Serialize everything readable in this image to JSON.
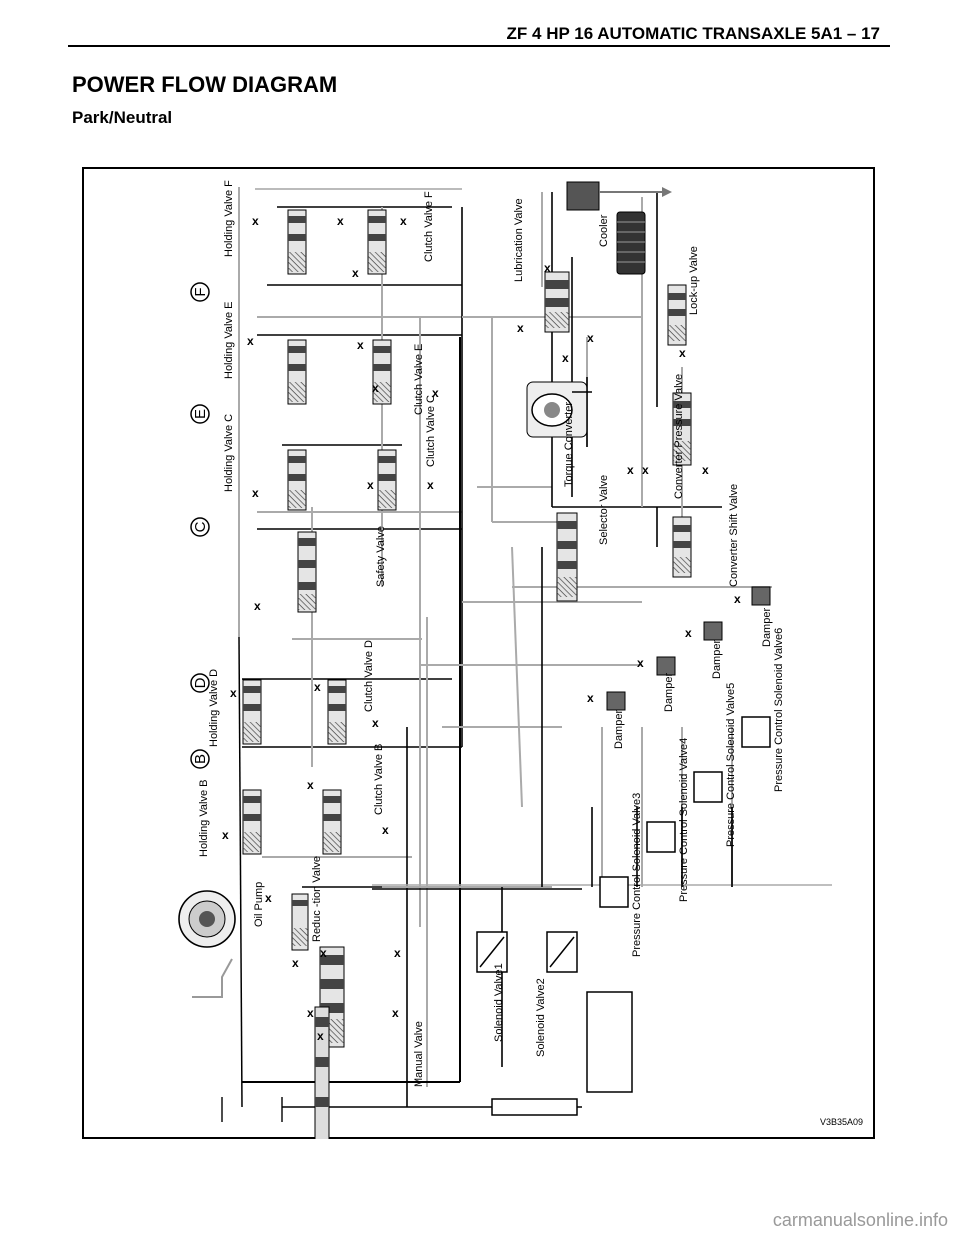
{
  "header": {
    "title": "ZF 4 HP 16 AUTOMATIC TRANSAXLE  5A1 – 17"
  },
  "page": {
    "title": "POWER FLOW DIAGRAM",
    "subtitle": "Park/Neutral"
  },
  "figure": {
    "code": "V3B35A09"
  },
  "watermark": "carmanualsonline.info",
  "diagram": {
    "connector_letters": [
      "F",
      "E",
      "C",
      "D",
      "B"
    ],
    "components": [
      "Holding Valve F",
      "Clutch Valve F",
      "Holding Valve E",
      "Clutch Valve E",
      "Holding Valve C",
      "Clutch Valve C",
      "Safety Valve",
      "Holding Valve D",
      "Clutch Valve D",
      "Holding Valve B",
      "Clutch Valve B",
      "Oil Pump",
      "Reduc -tion Valve",
      "Manual Valve",
      "Solenoid Valve1",
      "Solenoid Valve2",
      "Pressure Control Solenoid Valve3",
      "Pressure Control Solenoid Valve4",
      "Pressure Control Solenoid Valve5",
      "Pressure Control Solenoid Valve6",
      "Damper",
      "Damper",
      "Damper",
      "Damper",
      "Converter Shift Valve",
      "Selector Valve",
      "Torque Converter",
      "Converter Pressure Valve",
      "Lubrication Valve",
      "Lock-up Valve",
      "Cooler"
    ]
  }
}
